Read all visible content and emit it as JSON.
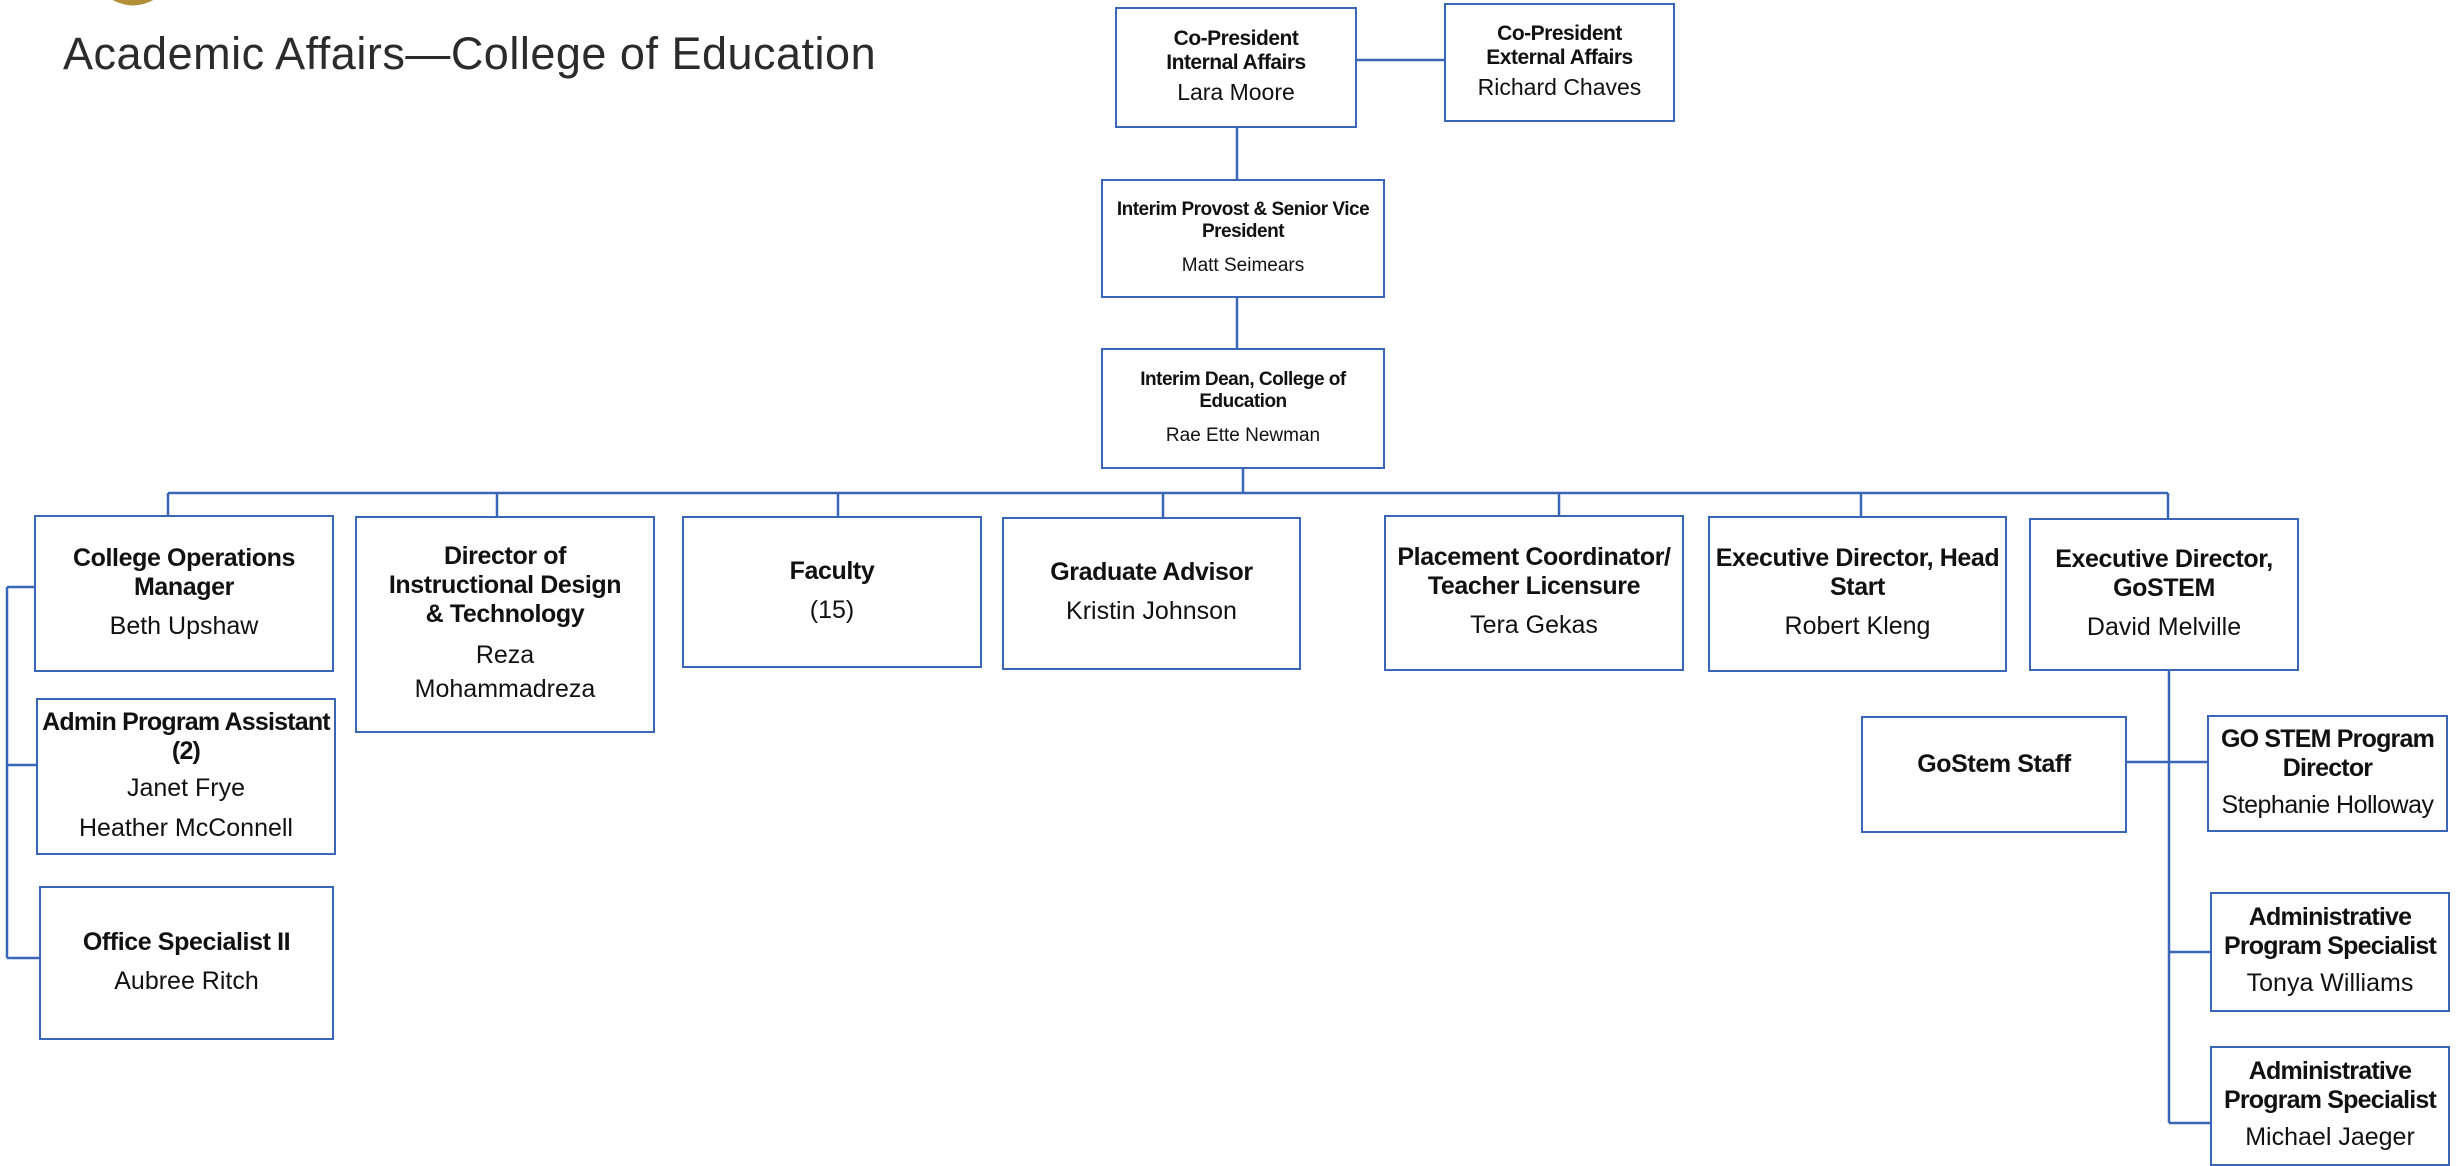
{
  "header": {
    "title": "Academic Affairs—College of Education"
  },
  "colors": {
    "border": "#3a66b7",
    "line": "#3a66b7",
    "logo": "#b48f3a",
    "text": "#111111"
  },
  "boxes": {
    "co_president_internal": {
      "title": "Co-President Internal Affairs",
      "names": [
        "Lara Moore"
      ]
    },
    "co_president_external": {
      "title": "Co-President External Affairs",
      "names": [
        "Richard Chaves"
      ]
    },
    "provost": {
      "title": "Interim Provost & Senior  Vice President",
      "names": [
        "Matt Seimears"
      ]
    },
    "dean": {
      "title": "Interim Dean, College of Education",
      "names": [
        "Rae Ette Newman"
      ]
    },
    "operations_manager": {
      "title": "College Operations Manager",
      "names": [
        "Beth Upshaw"
      ]
    },
    "director_instructional": {
      "title": "Director of Instructional Design & Technology",
      "names": [
        "Reza Mohammadreza"
      ]
    },
    "faculty": {
      "title": "Faculty",
      "names": [
        "(15)"
      ]
    },
    "graduate_advisor": {
      "title": "Graduate Advisor",
      "names": [
        "Kristin Johnson"
      ]
    },
    "placement_coordinator": {
      "title": "Placement Coordinator/ Teacher Licensure",
      "names": [
        "Tera Gekas"
      ]
    },
    "head_start": {
      "title": "Executive Director, Head Start",
      "names": [
        "Robert Kleng"
      ]
    },
    "gostem_director": {
      "title": "Executive Director, GoSTEM",
      "names": [
        "David Melville"
      ]
    },
    "admin_program_assistant": {
      "title": "Admin Program Assistant (2)",
      "names": [
        "Janet Frye",
        "Heather McConnell"
      ]
    },
    "office_specialist": {
      "title": "Office Specialist II",
      "names": [
        "Aubree Ritch"
      ]
    },
    "gostem_staff": {
      "title": "GoStem Staff",
      "names": []
    },
    "gostem_program_director": {
      "title": "GO STEM Program Director",
      "names": [
        "Stephanie Holloway"
      ]
    },
    "admin_specialist_1": {
      "title": "Administrative Program Specialist",
      "names": [
        "Tonya Williams"
      ]
    },
    "admin_specialist_2": {
      "title": "Administrative Program Specialist",
      "names": [
        "Michael Jaeger"
      ]
    }
  }
}
